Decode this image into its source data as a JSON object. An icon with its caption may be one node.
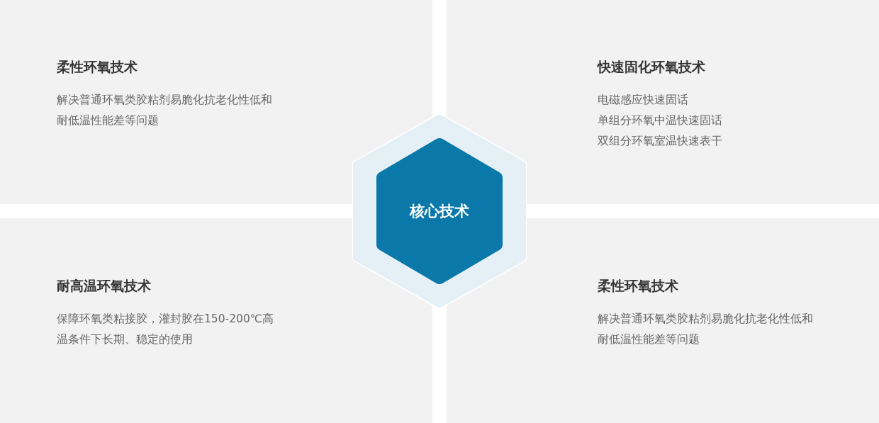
{
  "diagram": {
    "nodes": [
      {
        "text": [
          "柔性环氧技术",
          "解决普通环氧类胶粘剂易脆化抗老化性低和耐低温性能差等问题"
        ]
      },
      {
        "text": [
          "快速固化环氧技术",
          "电磁感应快速固话",
          "单组分环氧中温快速固话",
          "双组分环氧室温快速表干"
        ]
      },
      {
        "text": [
          "核心技术"
        ]
      },
      {
        "text": [
          "耐高温环氧技术",
          "保障环氧类粘接胶，灌封胶在150-200℃高温条件下长期、稳定的使用"
        ]
      },
      {
        "text": [
          "柔性环氧技术",
          "解决普通环氧类胶粘剂易脆化抗老化性低和耐低温性能差等问题"
        ]
      }
    ]
  }
}
